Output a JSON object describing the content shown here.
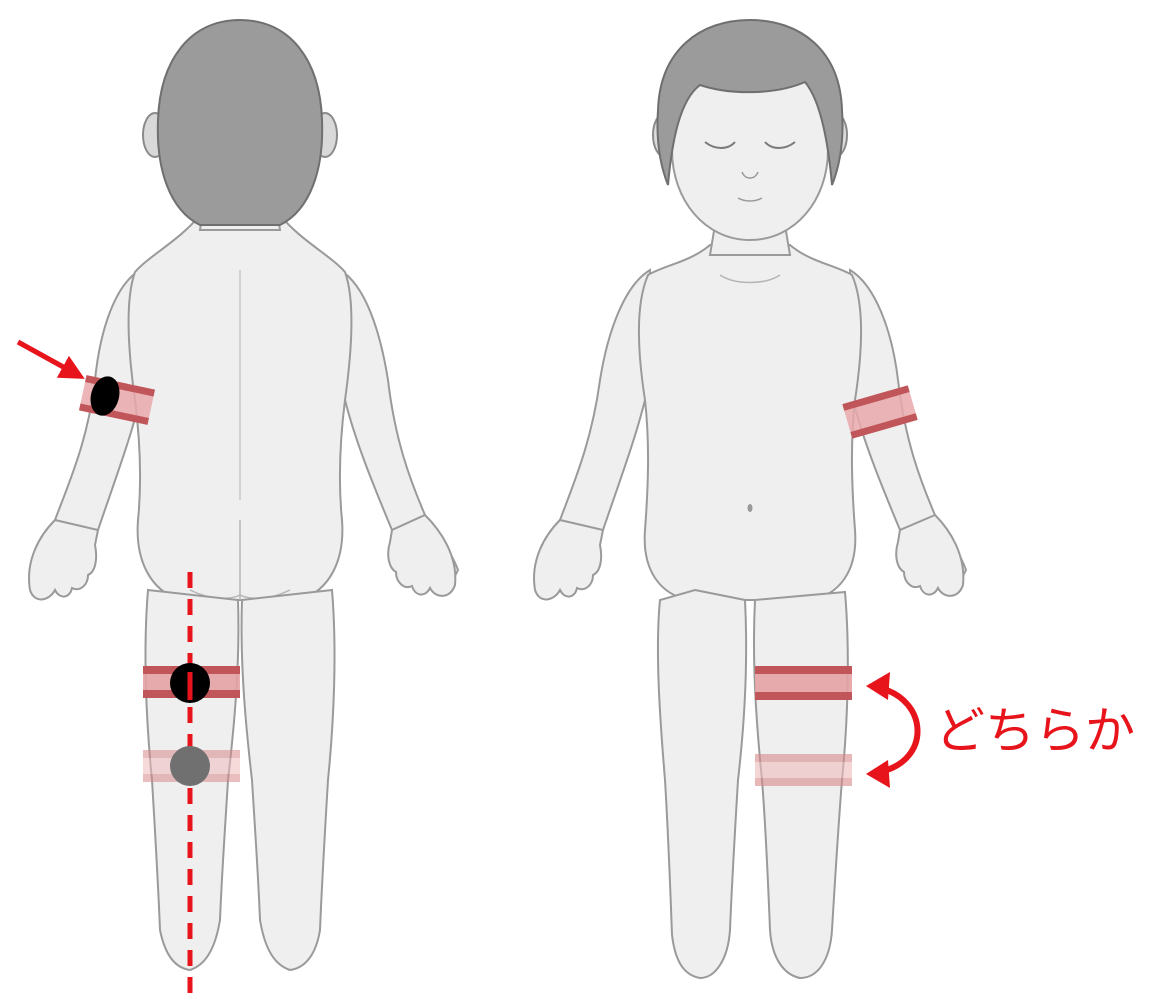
{
  "figure": {
    "left_view": "back",
    "right_view": "front"
  },
  "annotations": {
    "either_label": "どちらか"
  },
  "colors": {
    "skin": "#efefef",
    "skin_outline": "#9a9a9a",
    "hair": "#9b9b9b",
    "hair_outline": "#6f6f6f",
    "band_dark": "#c0565a",
    "band_light": "#e9a9ab",
    "marker_primary": "#000000",
    "marker_alternate": "#707070",
    "accent_red": "#e8141c"
  },
  "icons": {
    "pointer_arrow": "arrow-icon",
    "either_bracket": "curved-double-arrow-icon"
  }
}
